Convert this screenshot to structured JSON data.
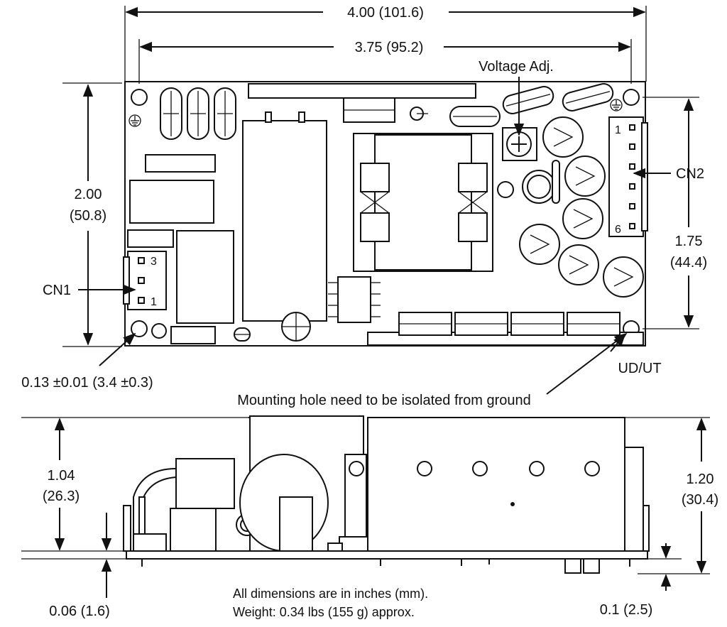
{
  "dimensions": {
    "overall_width": "4.00 (101.6)",
    "mounting_width": "3.75 (95.2)",
    "height_in": "2.00",
    "height_mm": "(50.8)",
    "cn2_spacing_in": "1.75",
    "cn2_spacing_mm": "(44.4)",
    "hole_diameter": "0.13 ±0.01 (3.4 ±0.3)",
    "side_height_left_in": "1.04",
    "side_height_left_mm": "(26.3)",
    "side_height_right_in": "1.20",
    "side_height_right_mm": "(30.4)",
    "pcb_thickness": "0.06 (1.6)",
    "pin_length": "0.1 (2.5)"
  },
  "labels": {
    "voltage_adj": "Voltage Adj.",
    "cn1": "CN1",
    "cn2": "CN2",
    "ud_ut": "UD/UT",
    "mounting_note": "Mounting hole need to be isolated from ground",
    "dims_note": "All dimensions are in inches (mm).",
    "weight_note": "Weight: 0.34 lbs (155 g) approx."
  },
  "pins": {
    "cn1_top": "3",
    "cn1_bottom": "1",
    "cn2_top": "1",
    "cn2_bottom": "6"
  }
}
